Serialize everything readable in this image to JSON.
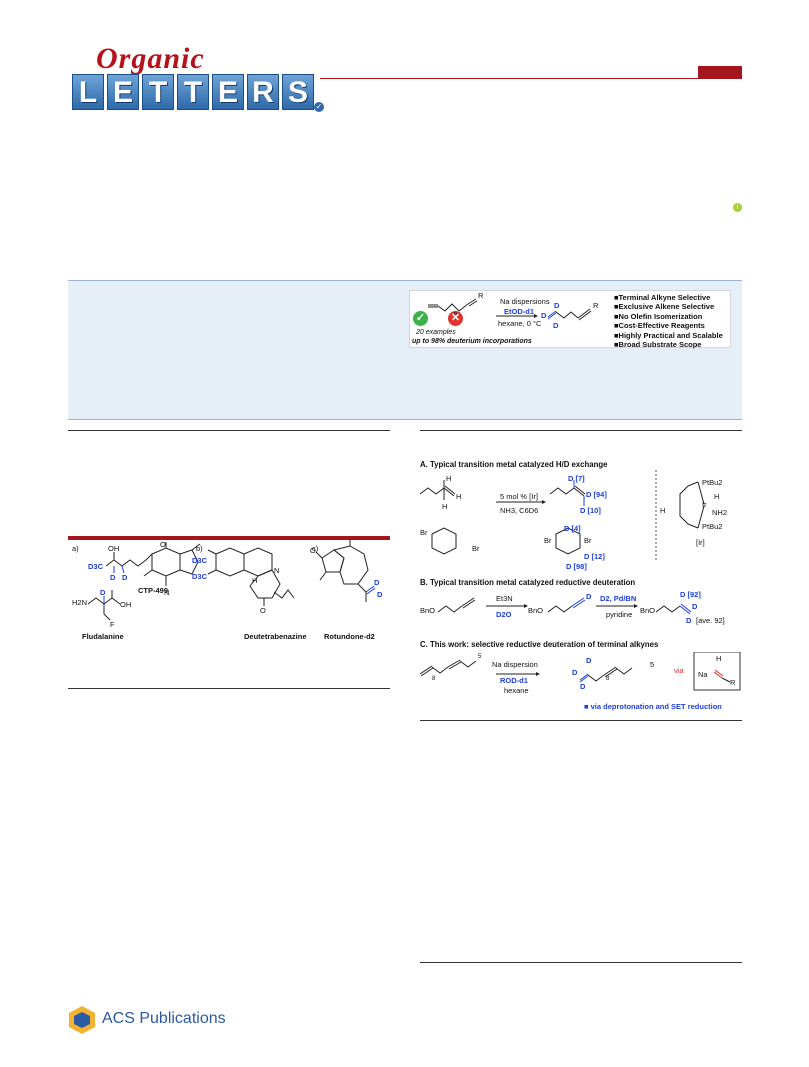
{
  "journal": {
    "script_word": "Organic",
    "tile_letters": [
      "L",
      "E",
      "T",
      "T",
      "E",
      "R",
      "S"
    ]
  },
  "colors": {
    "brand_red": "#a3161d",
    "brand_blue": "#2f69aa",
    "deuterium_blue": "#1f3fd8",
    "abstract_bg": "#e6eef8",
    "check_green": "#3db14a",
    "cross_red": "#e2322d"
  },
  "toc": {
    "condition_line1": "Na dispersions",
    "condition_line2": "EtOD-d1",
    "condition_line3": "hexane, 0 °C",
    "examples": "20 examples",
    "incorporation": "up to 98% deuterium incorporations",
    "d_label": "D",
    "r_label": "R",
    "n_label": "n",
    "bullets": [
      "Terminal Alkyne Selective",
      "Exclusive Alkene Selective",
      "No Olefin Isomerization",
      "Cost-Effective Reagents",
      "Highly Practical and Scalable",
      "Broad Substrate Scope"
    ]
  },
  "figure1": {
    "a_label": "a)",
    "b_label": "b)",
    "c_label": "c)",
    "oh": "OH",
    "d3c": "D3C",
    "d": "D",
    "ctp": "CTP-499",
    "h2n": "H2N",
    "f": "F",
    "o": "O",
    "n": "N",
    "h": "H",
    "fludalanine": "Fludalanine",
    "deutetrabenazine": "Deutetrabenazine",
    "rotundone": "Rotundone-d2"
  },
  "figure2": {
    "title_a": "A. Typical transition metal catalyzed H/D exchange",
    "title_b": "B. Typical transition metal catalyzed reductive deuteration",
    "title_c": "C. This work: selective reductive deuteration of terminal alkynes",
    "a_cond1": "5 mol % [Ir]",
    "a_cond2": "NH3, C6D6",
    "a_d7": "D [7]",
    "a_d94": "D [94]",
    "a_d10": "D [10]",
    "a_d4": "D [4]",
    "a_d12": "D [12]",
    "a_d98": "D [98]",
    "ir_label": "[Ir]",
    "pbu2_top": "PtBu2",
    "pbu2_bottom": "PtBu2",
    "ir_h": "H",
    "ir_nh2": "NH2",
    "ir": "Ir",
    "h": "H",
    "br": "Br",
    "b_et3n": "Et3N",
    "b_d2o": "D2O",
    "b_d2": "D2, Pd/BN",
    "b_pyridine": "pyridine",
    "b_bno": "BnO",
    "b_d92": "D [92]",
    "b_ave": "[ave. 92]",
    "d": "D",
    "c_cond1": "Na dispersion",
    "c_cond2": "ROD-d1",
    "c_cond3": "hexane",
    "c_via": "via",
    "c_na": "Na",
    "c_r": "R",
    "c_n8": "8",
    "c_n5": "5",
    "c_note": "via deprotonation and SET reduction"
  },
  "footer": {
    "publisher": "ACS Publications"
  }
}
